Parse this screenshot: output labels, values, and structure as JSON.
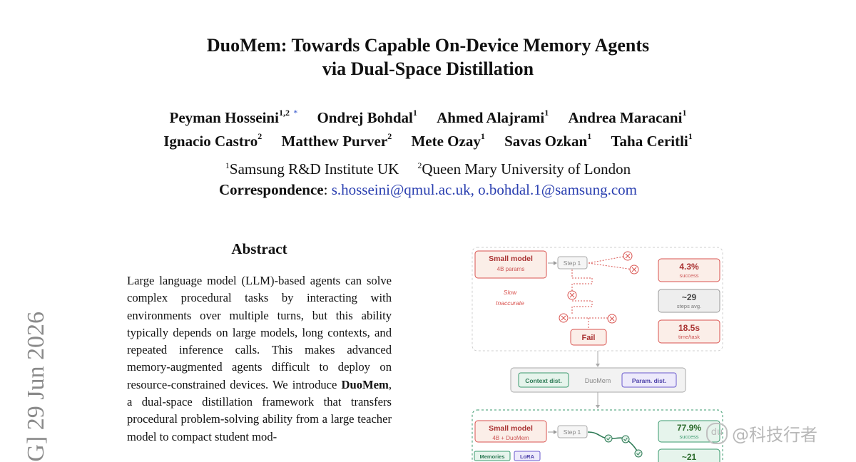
{
  "arxiv_sidebar": "G]  29 Jun 2026",
  "paper": {
    "title_line1": "DuoMem: Towards Capable On-Device Memory Agents",
    "title_line2": "via Dual-Space Distillation",
    "authors_row1": [
      {
        "name": "Peyman Hosseini",
        "sup": "1,2",
        "star": "*"
      },
      {
        "name": "Ondrej Bohdal",
        "sup": "1"
      },
      {
        "name": "Ahmed Alajrami",
        "sup": "1"
      },
      {
        "name": "Andrea Maracani",
        "sup": "1"
      }
    ],
    "authors_row2": [
      {
        "name": "Ignacio Castro",
        "sup": "2"
      },
      {
        "name": "Matthew Purver",
        "sup": "2"
      },
      {
        "name": "Mete Ozay",
        "sup": "1"
      },
      {
        "name": "Savas Ozkan",
        "sup": "1"
      },
      {
        "name": "Taha Ceritli",
        "sup": "1"
      }
    ],
    "affiliations": [
      {
        "sup": "1",
        "name": "Samsung R&D Institute UK"
      },
      {
        "sup": "2",
        "name": "Queen Mary University of London"
      }
    ],
    "correspondence_label": "Correspondence",
    "correspondence_sep": ":",
    "emails": [
      "s.hosseini@qmul.ac.uk",
      "o.bohdal.1@samsung.com"
    ],
    "email_sep": ","
  },
  "abstract": {
    "heading": "Abstract",
    "part1": "Large language model (LLM)-based agents can solve complex procedural tasks by interacting with environments over multiple turns, but this ability typically depends on large models, long contexts, and repeated inference calls. This makes advanced memory-augmented agents difficult to deploy on resource-constrained devices. We introduce ",
    "bold": "DuoMem",
    "part2": ", a dual-space distillation framework that transfers procedural problem-solving ability from a large teacher model to compact student mod-"
  },
  "figure": {
    "top_model": "Small model",
    "top_model_sub": "4B params",
    "step1": "Step 1",
    "slow": "Slow",
    "inaccurate": "Inaccurate",
    "fail": "Fail",
    "top_success": "4.3%",
    "top_success_label": "success",
    "top_steps": "~29",
    "top_steps_label": "steps avg.",
    "top_time": "18.5s",
    "top_time_label": "time/task",
    "context_dist": "Context dist.",
    "duomem": "DuoMem",
    "param_dist": "Param. dist.",
    "bottom_model": "Small model",
    "bottom_model_sub": "4B + DuoMem",
    "memories": "Memories",
    "lora": "LoRA",
    "bottom_success": "77.9%",
    "bottom_success_label": "success",
    "bottom_steps": "~21",
    "colors": {
      "red": "#d9534f",
      "green": "#3a9a6e",
      "purple": "#6a5acd",
      "gray": "#9a9a9a"
    }
  },
  "watermark": "@科技行者",
  "watermark_icon": "du"
}
